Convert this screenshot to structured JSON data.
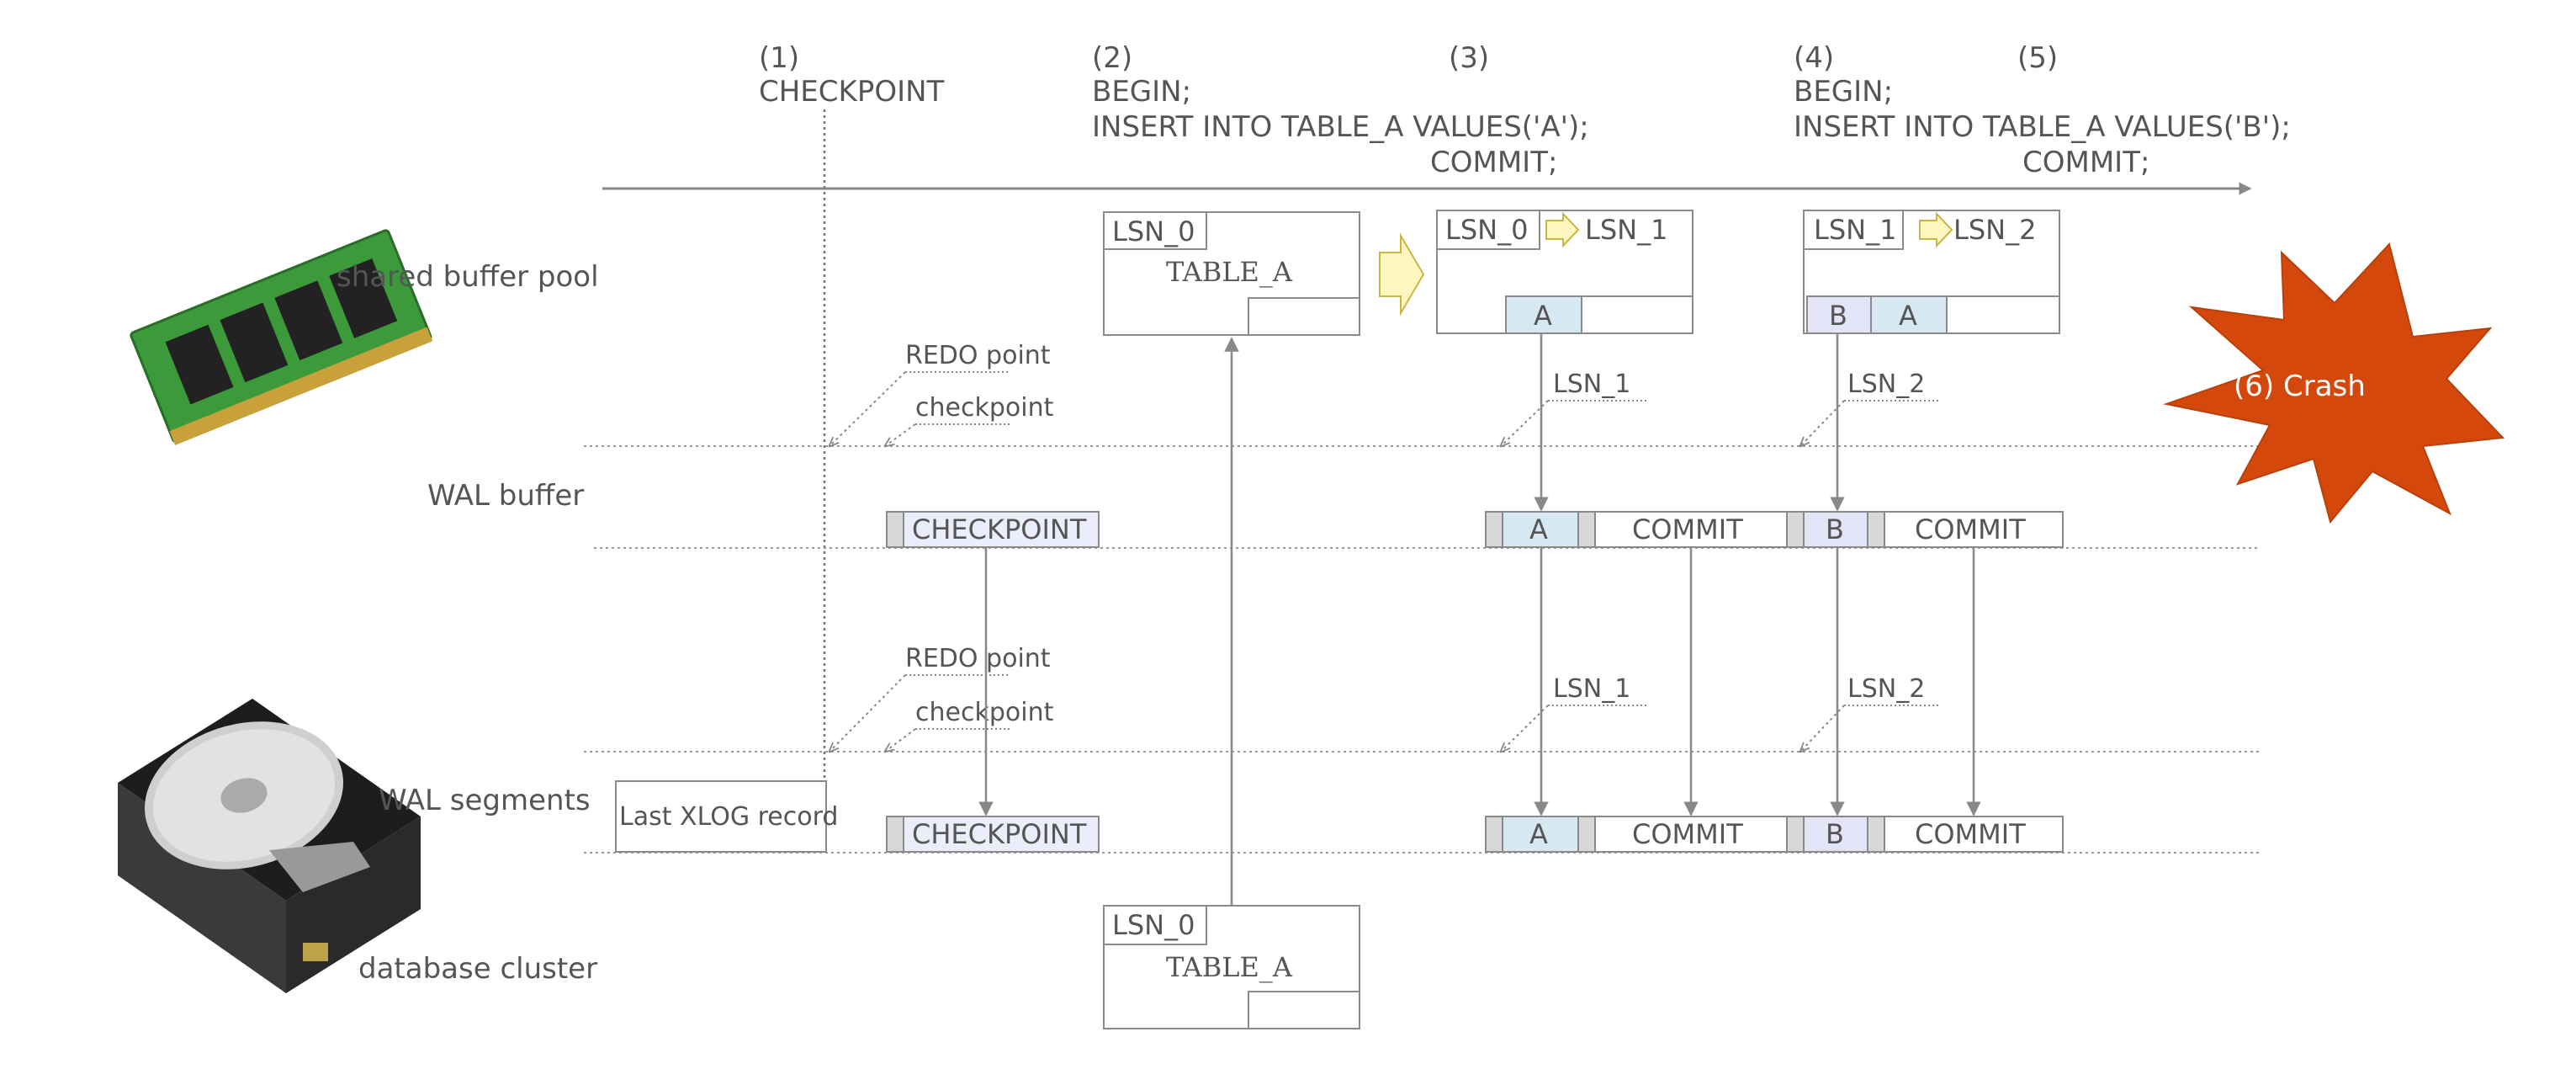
{
  "steps": {
    "s1": {
      "num": "(1)",
      "line1": "CHECKPOINT"
    },
    "s2": {
      "num": "(2)",
      "line1": "BEGIN;",
      "line2": "INSERT INTO TABLE_A VALUES('A');"
    },
    "s3": {
      "num": "(3)",
      "line1": "COMMIT;"
    },
    "s4": {
      "num": "(4)",
      "line1": "BEGIN;",
      "line2": "INSERT INTO TABLE_A VALUES('B');"
    },
    "s5": {
      "num": "(5)",
      "line1": "COMMIT;"
    },
    "s6": {
      "label": "(6) Crash"
    }
  },
  "rows": {
    "shared_buffer": "shared buffer pool",
    "wal_buffer": "WAL buffer",
    "wal_segments": "WAL segments",
    "database_cluster": "database cluster"
  },
  "pages": {
    "table_name": "TABLE_A",
    "lsn0": "LSN_0",
    "lsn1": "LSN_1",
    "lsn2": "LSN_2"
  },
  "records": {
    "checkpoint": "CHECKPOINT",
    "a": "A",
    "b": "B",
    "commit": "COMMIT",
    "last_xlog": "Last XLOG record"
  },
  "annotations": {
    "redo_point": "REDO point",
    "checkpoint": "checkpoint",
    "lsn1": "LSN_1",
    "lsn2": "LSN_2"
  },
  "colors": {
    "line": "#888888",
    "box_border": "#8a8a8a",
    "record_fill_a": "#d6e9f3",
    "record_fill_b": "#e4e4f8",
    "checkpoint_fill": "#ebeefa",
    "crash_fill": "#d4480b",
    "crash_text": "#ffffff",
    "arrow_fill": "#fff7bf",
    "arrow_stroke": "#c9b643"
  }
}
